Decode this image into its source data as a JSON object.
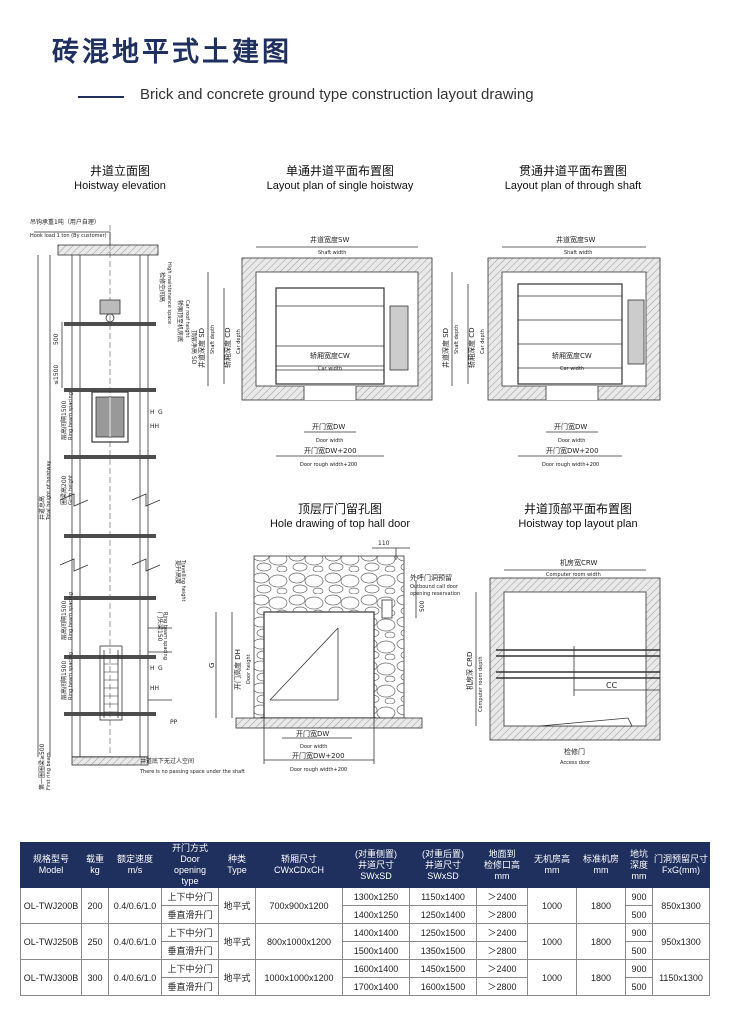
{
  "header": {
    "title": "砖混地平式土建图",
    "subtitle": "Brick and concrete ground type construction layout drawing"
  },
  "diagrams": {
    "elevation": {
      "title_cn": "井道立面图",
      "title_en": "Hoistway elevation",
      "hook_cn": "吊钩承重1吨（用户自理）",
      "hook_en": "Hook load 1 ton (By customer)",
      "top_height_cn": "顶层净高 SD",
      "machine_space_cn": "检修空间高",
      "machine_space_en": "High maintenance space",
      "car_top_cn": "轿厢顶至机房底",
      "car_top_en": "Car roof height",
      "floor_spacing_cn": "层高间隔1500",
      "floor_spacing_en": "Ring beam spacing",
      "girth_cn": "圈梁高200",
      "girth_en": "Girth height",
      "total_height_cn": "井道总高",
      "total_height_en": "Total height of hoistway",
      "travel_cn": "提升高度",
      "travel_en": "Travelling height",
      "door_beam_cn": "门头梁150",
      "door_beam_en": "Ring beam spacing",
      "first_floor_cn": "第一圈圈梁≥500",
      "first_floor_en": "First ring beam",
      "pit_note_cn": "井道底下无过人空间",
      "pit_note_en": "There is no passing space under the shaft",
      "dim_500": "500",
      "dim_le1500": "≤1500",
      "dim_h": "H",
      "dim_g": "G",
      "dim_hh": "HH",
      "dim_pp": "PP"
    },
    "single": {
      "title_cn": "单通井道平面布置图",
      "title_en": "Layout plan of single hoistway",
      "sw_cn": "井道宽度SW",
      "sw_en": "Shaft width",
      "sd_cn": "井道深度 SD",
      "sd_en": "Shaft depth",
      "cd_cn": "轿厢深度 CD",
      "cd_en": "Car depth",
      "cw_cn": "轿厢宽度CW",
      "cw_en": "Car width",
      "dw_cn": "开门宽DW",
      "dw_en": "Door width",
      "dwr_cn": "开门宽DW+200",
      "dwr_en": "Door rough width+200"
    },
    "through": {
      "title_cn": "贯通井道平面布置图",
      "title_en": "Layout plan of through shaft",
      "sw_cn": "井道宽度SW",
      "sw_en": "Shaft width",
      "sd_cn": "井道深度 SD",
      "sd_en": "Shaft depth",
      "cd_cn": "轿厢深度 CD",
      "cd_en": "Car depth",
      "cw_cn": "轿厢宽度CW",
      "cw_en": "Car width",
      "dw_cn": "开门宽DW",
      "dw_en": "Door width",
      "dwr_cn": "开门宽DW+200",
      "dwr_en": "Door rough width+200"
    },
    "hall_door": {
      "title_cn": "顶层厅门留孔图",
      "title_en": "Hole drawing of top hall door",
      "dim_110": "110",
      "dim_500": "500",
      "outbound_cn": "外呼门洞预留",
      "outbound_en1": "Outbound call door",
      "outbound_en2": "opening reservation",
      "dh_cn": "开门高度 DH",
      "dh_en": "Door height",
      "dim_g": "G",
      "dw_cn": "开门宽DW",
      "dw_en": "Door width",
      "dwr_cn": "开门宽DW+200",
      "dwr_en": "Door rough width+200"
    },
    "top_layout": {
      "title_cn": "井道顶部平面布置图",
      "title_en": "Hoistway top layout plan",
      "crw_cn": "机房宽CRW",
      "crw_en": "Computer room width",
      "crd_cn": "机房深 CRD",
      "crd_en": "Computer room depth",
      "cc": "CC",
      "access_cn": "检修门",
      "access_en": "Access door"
    }
  },
  "table": {
    "headers": [
      [
        "规格型号",
        "Model"
      ],
      [
        "载重",
        "kg"
      ],
      [
        "额定速度",
        "m/s"
      ],
      [
        "开门方式",
        "Door opening",
        "type"
      ],
      [
        "种类",
        "Type"
      ],
      [
        "轿厢尺寸",
        "CWxCDxCH"
      ],
      [
        "(对重侧置)",
        "井道尺寸",
        "SWxSD"
      ],
      [
        "(对重后置)",
        "井道尺寸",
        "SWxSD"
      ],
      [
        "地面到",
        "检修口高",
        "mm"
      ],
      [
        "无机房高",
        "mm"
      ],
      [
        "标准机房",
        "mm"
      ],
      [
        "地坑",
        "深度",
        "mm"
      ],
      [
        "门洞预留尺寸",
        "FxG(mm)"
      ]
    ],
    "groups": [
      {
        "model": "OL-TWJ200B",
        "load": "200",
        "speed": "0.4/0.6/1.0",
        "doors": [
          "上下中分门",
          "垂直滑升门"
        ],
        "type": "地平式",
        "car": "700x900x1200",
        "side": [
          "1300x1250",
          "1400x1250"
        ],
        "rear": [
          "1150x1400",
          "1250x1400"
        ],
        "access": [
          "＞2400",
          "＞2800"
        ],
        "mrl": "1000",
        "std": "1800",
        "pit": [
          "900",
          "500"
        ],
        "opening": "850x1300"
      },
      {
        "model": "OL-TWJ250B",
        "load": "250",
        "speed": "0.4/0.6/1.0",
        "doors": [
          "上下中分门",
          "垂直滑升门"
        ],
        "type": "地平式",
        "car": "800x1000x1200",
        "side": [
          "1400x1400",
          "1500x1400"
        ],
        "rear": [
          "1250x1500",
          "1350x1500"
        ],
        "access": [
          "＞2400",
          "＞2800"
        ],
        "mrl": "1000",
        "std": "1800",
        "pit": [
          "900",
          "500"
        ],
        "opening": "950x1300"
      },
      {
        "model": "OL-TWJ300B",
        "load": "300",
        "speed": "0.4/0.6/1.0",
        "doors": [
          "上下中分门",
          "垂直滑升门"
        ],
        "type": "地平式",
        "car": "1000x1000x1200",
        "side": [
          "1600x1400",
          "1700x1400"
        ],
        "rear": [
          "1450x1500",
          "1600x1500"
        ],
        "access": [
          "＞2400",
          "＞2800"
        ],
        "mrl": "1000",
        "std": "1800",
        "pit": [
          "900",
          "500"
        ],
        "opening": "1150x1300"
      }
    ]
  },
  "colors": {
    "brand": "#1f2f5e",
    "wall_hatch": "#9a9a9a",
    "line": "#333333"
  }
}
